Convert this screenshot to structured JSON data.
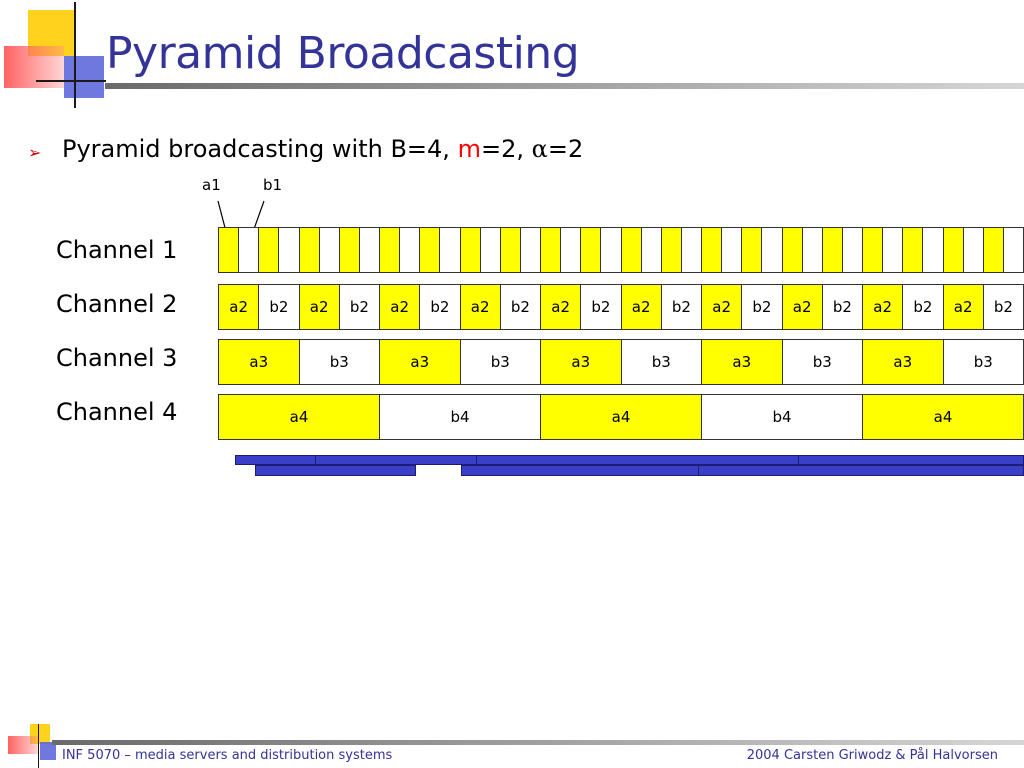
{
  "slide": {
    "title": "Pyramid Broadcasting",
    "bullet": {
      "prefix": "Pyramid broadcasting with B=4, ",
      "m_var": "m",
      "m_rest": "=2, ",
      "alpha_symbol": "α",
      "alpha_rest": "=2"
    },
    "pointer_labels": {
      "a1": "a1",
      "b1": "b1"
    },
    "channels": [
      {
        "label": "Channel 1",
        "segments": [
          {
            "text": "",
            "color": "yellow"
          },
          {
            "text": "",
            "color": "white"
          },
          {
            "text": "",
            "color": "yellow"
          },
          {
            "text": "",
            "color": "white"
          },
          {
            "text": "",
            "color": "yellow"
          },
          {
            "text": "",
            "color": "white"
          },
          {
            "text": "",
            "color": "yellow"
          },
          {
            "text": "",
            "color": "white"
          },
          {
            "text": "",
            "color": "yellow"
          },
          {
            "text": "",
            "color": "white"
          },
          {
            "text": "",
            "color": "yellow"
          },
          {
            "text": "",
            "color": "white"
          },
          {
            "text": "",
            "color": "yellow"
          },
          {
            "text": "",
            "color": "white"
          },
          {
            "text": "",
            "color": "yellow"
          },
          {
            "text": "",
            "color": "white"
          },
          {
            "text": "",
            "color": "yellow"
          },
          {
            "text": "",
            "color": "white"
          },
          {
            "text": "",
            "color": "yellow"
          },
          {
            "text": "",
            "color": "white"
          },
          {
            "text": "",
            "color": "yellow"
          },
          {
            "text": "",
            "color": "white"
          },
          {
            "text": "",
            "color": "yellow"
          },
          {
            "text": "",
            "color": "white"
          },
          {
            "text": "",
            "color": "yellow"
          },
          {
            "text": "",
            "color": "white"
          },
          {
            "text": "",
            "color": "yellow"
          },
          {
            "text": "",
            "color": "white"
          },
          {
            "text": "",
            "color": "yellow"
          },
          {
            "text": "",
            "color": "white"
          },
          {
            "text": "",
            "color": "yellow"
          },
          {
            "text": "",
            "color": "white"
          },
          {
            "text": "",
            "color": "yellow"
          },
          {
            "text": "",
            "color": "white"
          },
          {
            "text": "",
            "color": "yellow"
          },
          {
            "text": "",
            "color": "white"
          },
          {
            "text": "",
            "color": "yellow"
          },
          {
            "text": "",
            "color": "white"
          },
          {
            "text": "",
            "color": "yellow"
          },
          {
            "text": "",
            "color": "white"
          }
        ]
      },
      {
        "label": "Channel 2",
        "segments": [
          {
            "text": "a2",
            "color": "yellow"
          },
          {
            "text": "b2",
            "color": "white"
          },
          {
            "text": "a2",
            "color": "yellow"
          },
          {
            "text": "b2",
            "color": "white"
          },
          {
            "text": "a2",
            "color": "yellow"
          },
          {
            "text": "b2",
            "color": "white"
          },
          {
            "text": "a2",
            "color": "yellow"
          },
          {
            "text": "b2",
            "color": "white"
          },
          {
            "text": "a2",
            "color": "yellow"
          },
          {
            "text": "b2",
            "color": "white"
          },
          {
            "text": "a2",
            "color": "yellow"
          },
          {
            "text": "b2",
            "color": "white"
          },
          {
            "text": "a2",
            "color": "yellow"
          },
          {
            "text": "b2",
            "color": "white"
          },
          {
            "text": "a2",
            "color": "yellow"
          },
          {
            "text": "b2",
            "color": "white"
          },
          {
            "text": "a2",
            "color": "yellow"
          },
          {
            "text": "b2",
            "color": "white"
          },
          {
            "text": "a2",
            "color": "yellow"
          },
          {
            "text": "b2",
            "color": "white"
          }
        ]
      },
      {
        "label": "Channel 3",
        "segments": [
          {
            "text": "a3",
            "color": "yellow"
          },
          {
            "text": "b3",
            "color": "white"
          },
          {
            "text": "a3",
            "color": "yellow"
          },
          {
            "text": "b3",
            "color": "white"
          },
          {
            "text": "a3",
            "color": "yellow"
          },
          {
            "text": "b3",
            "color": "white"
          },
          {
            "text": "a3",
            "color": "yellow"
          },
          {
            "text": "b3",
            "color": "white"
          },
          {
            "text": "a3",
            "color": "yellow"
          },
          {
            "text": "b3",
            "color": "white"
          }
        ]
      },
      {
        "label": "Channel 4",
        "segments": [
          {
            "text": "a4",
            "color": "yellow"
          },
          {
            "text": "b4",
            "color": "white"
          },
          {
            "text": "a4",
            "color": "yellow"
          },
          {
            "text": "b4",
            "color": "white"
          },
          {
            "text": "a4",
            "color": "yellow"
          }
        ]
      }
    ],
    "colors": {
      "title": "#333399",
      "highlight": "#ffff00",
      "m_variable": "#ff0000",
      "playback_bar": "#3a3ec8"
    },
    "footer": {
      "left": "INF 5070 – media servers and distribution systems",
      "right": "2004  Carsten Griwodz & Pål Halvorsen"
    }
  }
}
